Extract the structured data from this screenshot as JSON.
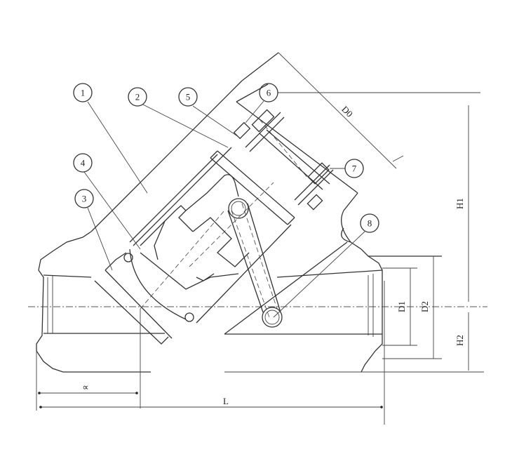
{
  "diagram": {
    "type": "Y-type valve sectional drawing",
    "part_labels": [
      "1",
      "2",
      "3",
      "4",
      "5",
      "6",
      "7",
      "8"
    ],
    "dimensions": {
      "D0": "D0",
      "H1": "H1",
      "H2": "H2",
      "D1": "D1",
      "D2": "D2",
      "L": "L",
      "alpha": "∝"
    }
  }
}
